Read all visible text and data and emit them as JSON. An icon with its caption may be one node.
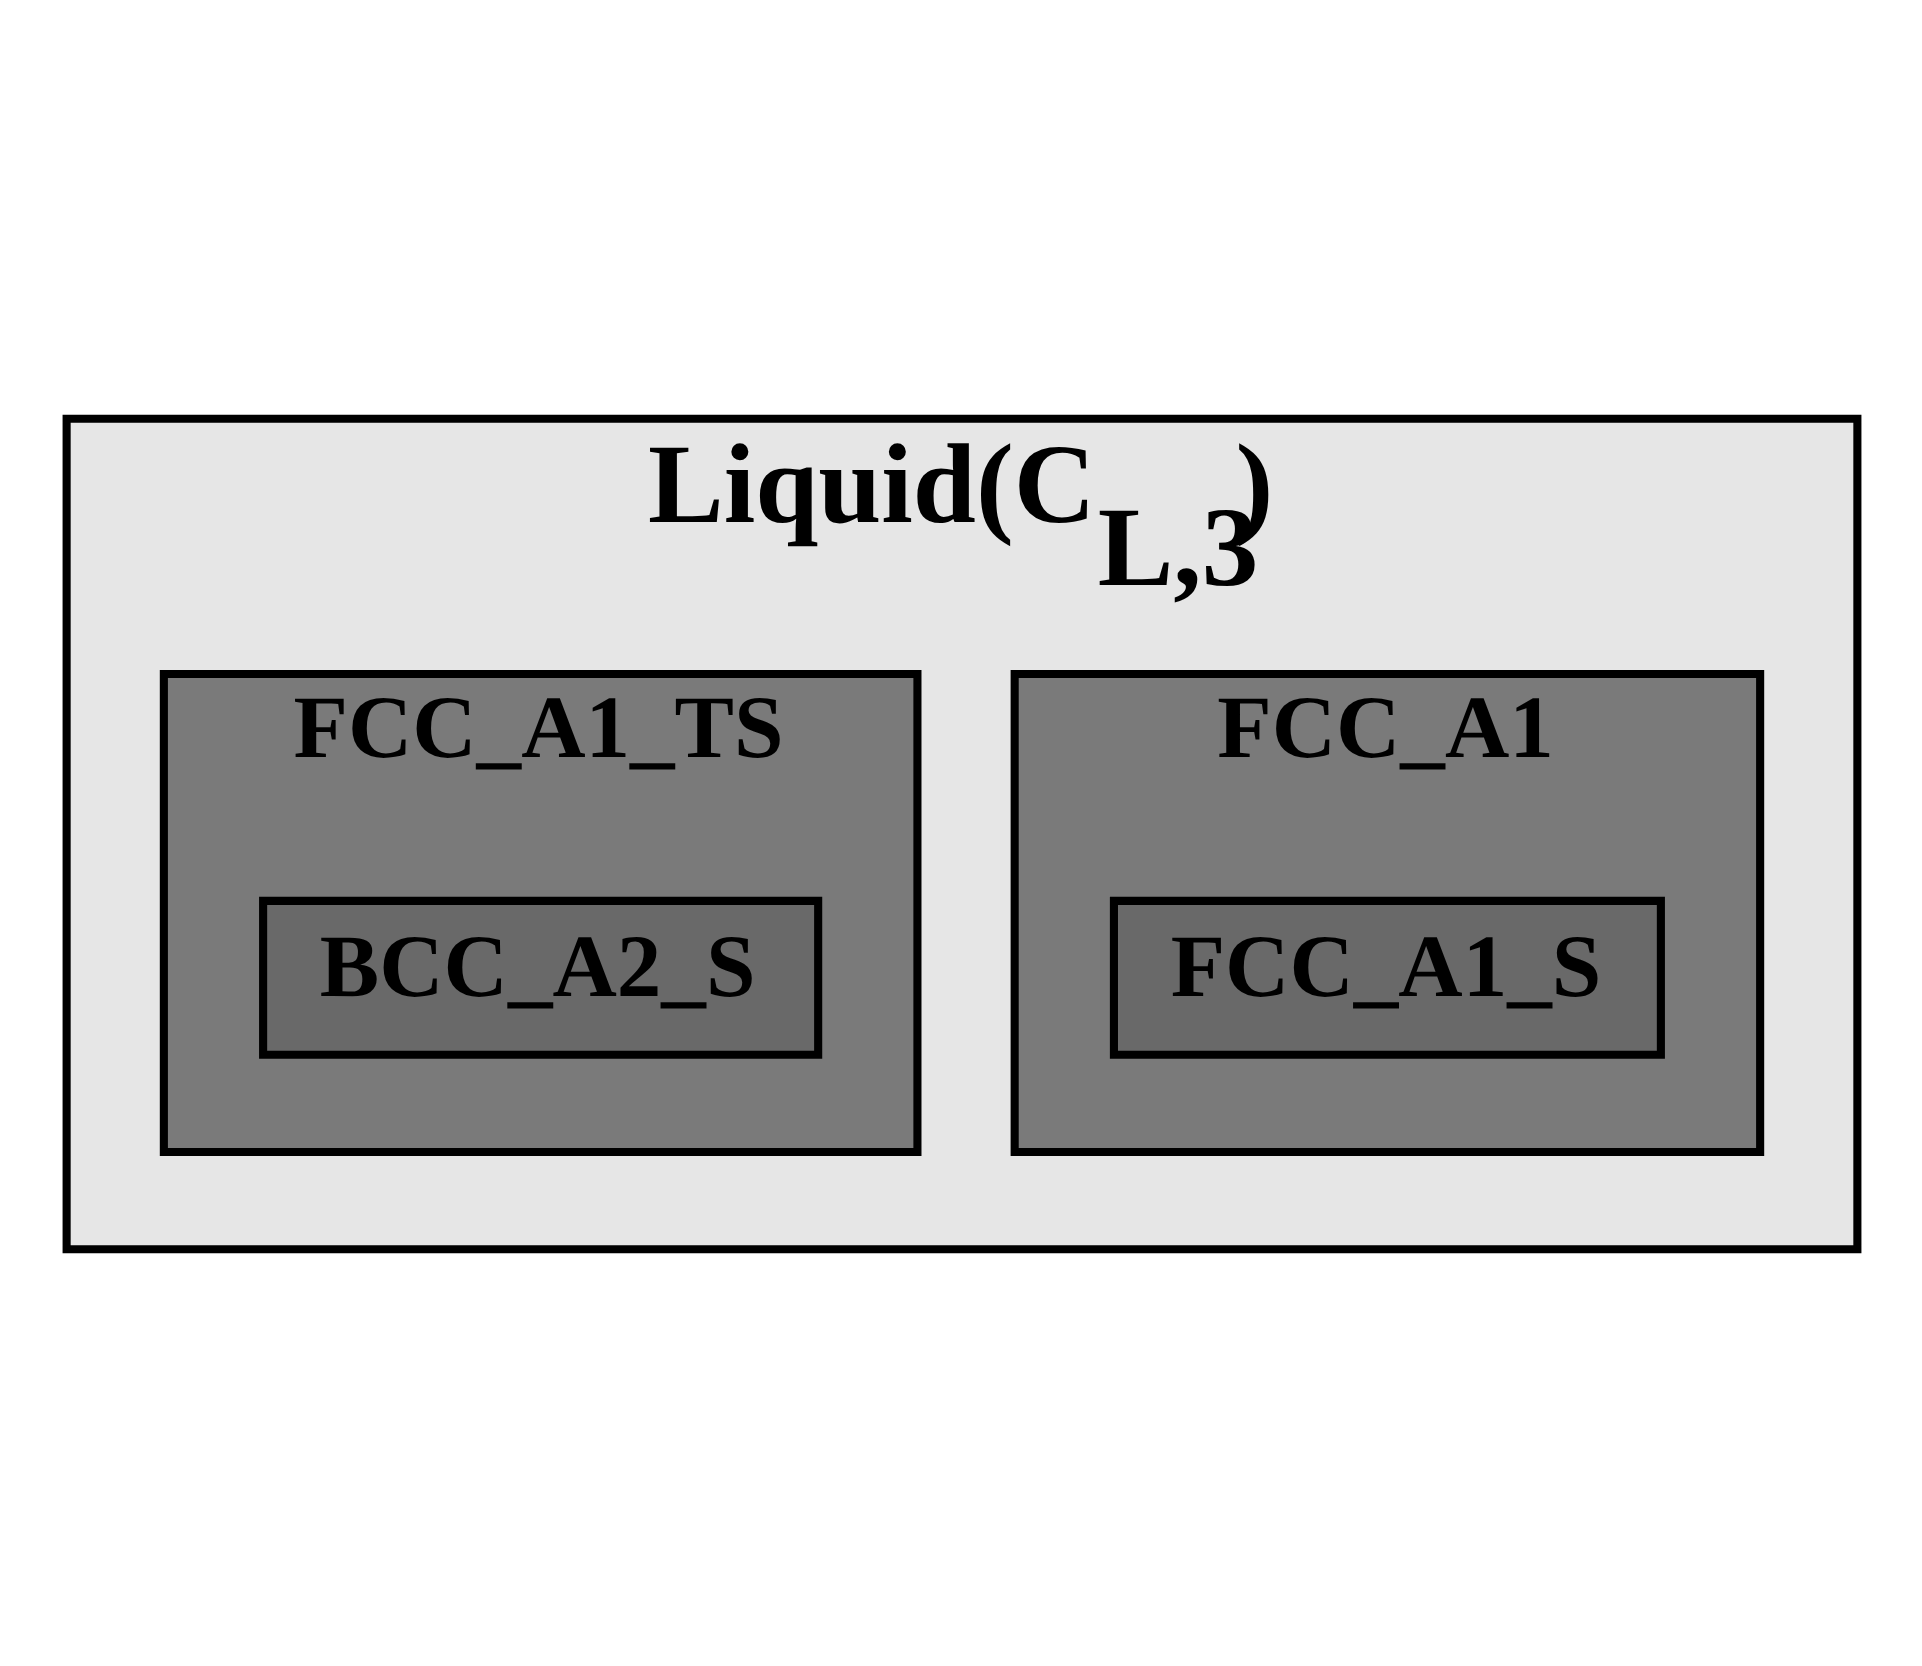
{
  "diagram": {
    "nodes": [
      {
        "text": [
          "Liquid(C$_{L,3}$)"
        ]
      },
      {
        "text": [
          "FCC_A1"
        ],
        "in": 0
      },
      {
        "text": [
          "FCC_A1_S"
        ],
        "in": 1
      },
      {
        "text": [
          "FCC_A1_TS"
        ],
        "in": 0
      },
      {
        "text": [
          "BCC_A2_S"
        ],
        "in": 3
      }
    ]
  }
}
